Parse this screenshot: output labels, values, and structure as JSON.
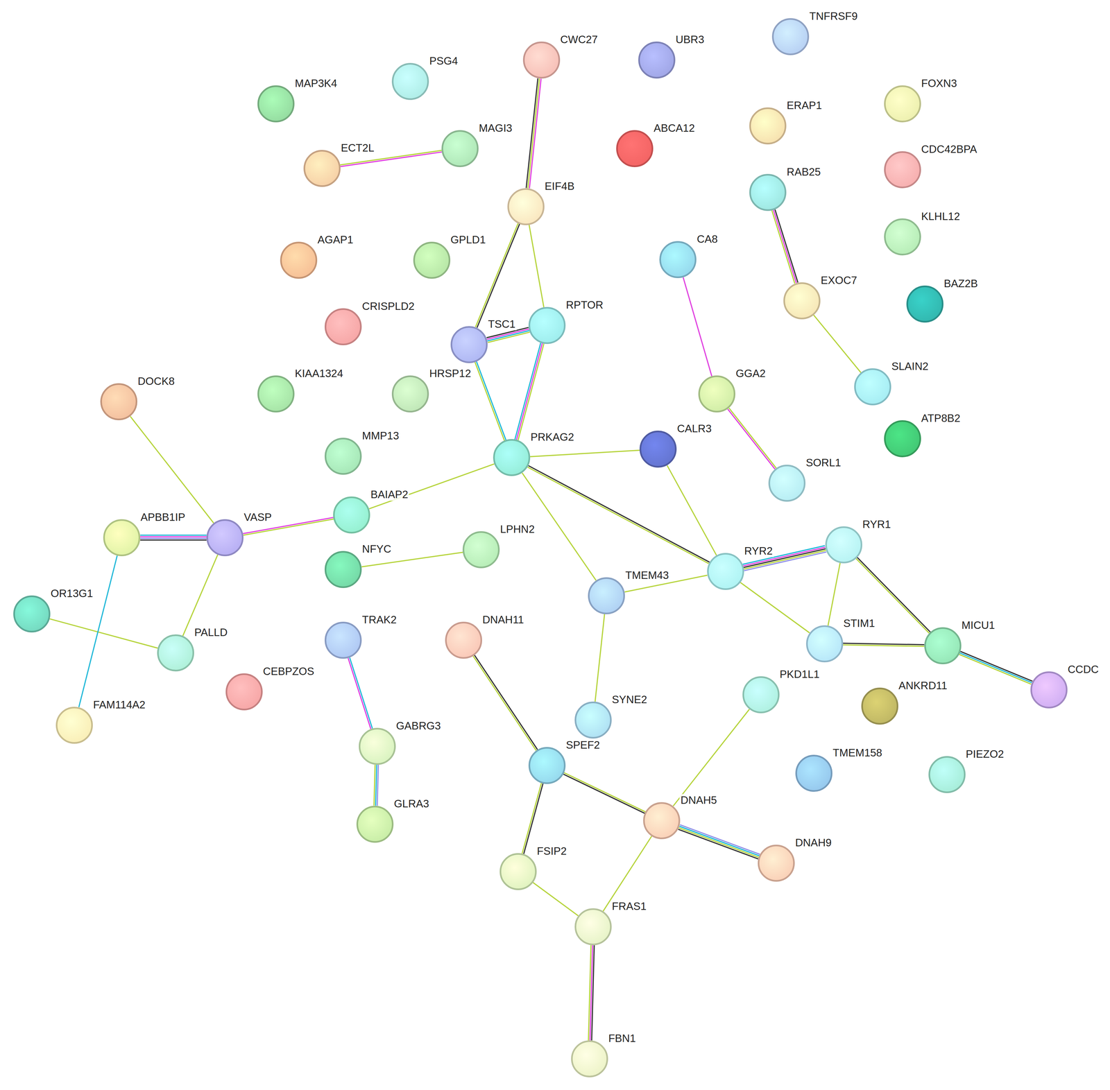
{
  "diagram": {
    "nodes": [
      {
        "text": [
          "CWC27"
        ]
      },
      {
        "text": [
          "UBR3"
        ]
      },
      {
        "text": [
          "TNFRSF9"
        ]
      },
      {
        "text": [
          "PSG4"
        ]
      },
      {
        "text": [
          "MAP3K4"
        ]
      },
      {
        "text": [
          "FOXN3"
        ]
      },
      {
        "text": [
          "ERAP1"
        ]
      },
      {
        "text": [
          "MAGI3"
        ]
      },
      {
        "text": [
          "ABCA12"
        ]
      },
      {
        "text": [
          "ECT2L"
        ]
      },
      {
        "text": [
          "CDC42BPA"
        ]
      },
      {
        "text": [
          "RAB25"
        ]
      },
      {
        "text": [
          "EIF4B"
        ]
      },
      {
        "text": [
          "KLHL12"
        ]
      },
      {
        "text": [
          "AGAP1"
        ]
      },
      {
        "text": [
          "GPLD1"
        ]
      },
      {
        "text": [
          "CA8"
        ]
      },
      {
        "text": [
          "EXOC7"
        ]
      },
      {
        "text": [
          "BAZ2B"
        ]
      },
      {
        "text": [
          "CRISPLD2"
        ]
      },
      {
        "text": [
          "RPTOR"
        ]
      },
      {
        "text": [
          "TSC1"
        ]
      },
      {
        "text": [
          "HRSP12"
        ]
      },
      {
        "text": [
          "KIAA1324"
        ]
      },
      {
        "text": [
          "SLAIN2"
        ]
      },
      {
        "text": [
          "GGA2"
        ]
      },
      {
        "text": [
          "DOCK8"
        ]
      },
      {
        "text": [
          "ATP8B2"
        ]
      },
      {
        "text": [
          "CALR3"
        ]
      },
      {
        "text": [
          "MMP13"
        ]
      },
      {
        "text": [
          "PRKAG2"
        ]
      },
      {
        "text": [
          "SORL1"
        ]
      },
      {
        "text": [
          "BAIAP2"
        ]
      },
      {
        "text": [
          "APBB1IP"
        ]
      },
      {
        "text": [
          "VASP"
        ]
      },
      {
        "text": [
          "RYR1"
        ]
      },
      {
        "text": [
          "LPHN2"
        ]
      },
      {
        "text": [
          "NFYC"
        ]
      },
      {
        "text": [
          "RYR2"
        ]
      },
      {
        "text": [
          "TMEM43"
        ]
      },
      {
        "text": [
          "OR13G1"
        ]
      },
      {
        "text": [
          "TRAK2"
        ]
      },
      {
        "text": [
          "DNAH11"
        ]
      },
      {
        "text": [
          "STIM1"
        ]
      },
      {
        "text": [
          "MICU1"
        ]
      },
      {
        "text": [
          "PALLD"
        ]
      },
      {
        "text": [
          "CEBPZOS"
        ]
      },
      {
        "text": [
          "PKD1L1"
        ]
      },
      {
        "text": [
          "CCDC"
        ]
      },
      {
        "text": [
          "ANKRD11"
        ]
      },
      {
        "text": [
          "FAM114A2"
        ]
      },
      {
        "text": [
          "SYNE2"
        ]
      },
      {
        "text": [
          "GABRG3"
        ]
      },
      {
        "text": [
          "SPEF2"
        ]
      },
      {
        "text": [
          "TMEM158"
        ]
      },
      {
        "text": [
          "PIEZO2"
        ]
      },
      {
        "text": [
          "DNAH5"
        ]
      },
      {
        "text": [
          "GLRA3"
        ]
      },
      {
        "text": [
          "DNAH9"
        ]
      },
      {
        "text": [
          "FSIP2"
        ]
      },
      {
        "text": [
          "FRAS1"
        ]
      },
      {
        "text": [
          "FBN1"
        ]
      }
    ],
    "edges": [
      {
        "from": 0,
        "to": 12,
        "arrow": "none"
      },
      {
        "from": 9,
        "to": 7,
        "arrow": "none"
      },
      {
        "from": 12,
        "to": 21,
        "arrow": "none"
      },
      {
        "from": 12,
        "to": 20,
        "arrow": "none"
      },
      {
        "from": 21,
        "to": 20,
        "arrow": "none"
      },
      {
        "from": 21,
        "to": 30,
        "arrow": "none"
      },
      {
        "from": 20,
        "to": 30,
        "arrow": "none"
      },
      {
        "from": 11,
        "to": 17,
        "arrow": "none"
      },
      {
        "from": 17,
        "to": 24,
        "arrow": "none"
      },
      {
        "from": 16,
        "to": 25,
        "arrow": "none"
      },
      {
        "from": 25,
        "to": 31,
        "arrow": "none"
      },
      {
        "from": 30,
        "to": 28,
        "arrow": "none"
      },
      {
        "from": 30,
        "to": 32,
        "arrow": "none"
      },
      {
        "from": 30,
        "to": 38,
        "arrow": "none"
      },
      {
        "from": 30,
        "to": 39,
        "arrow": "none"
      },
      {
        "from": 28,
        "to": 38,
        "arrow": "none"
      },
      {
        "from": 26,
        "to": 34,
        "arrow": "none"
      },
      {
        "from": 33,
        "to": 34,
        "arrow": "none"
      },
      {
        "from": 34,
        "to": 32,
        "arrow": "none"
      },
      {
        "from": 34,
        "to": 45,
        "arrow": "none"
      },
      {
        "from": 40,
        "to": 45,
        "arrow": "none"
      },
      {
        "from": 33,
        "to": 50,
        "arrow": "none"
      },
      {
        "from": 37,
        "to": 36,
        "arrow": "none"
      },
      {
        "from": 39,
        "to": 38,
        "arrow": "none"
      },
      {
        "from": 39,
        "to": 51,
        "arrow": "none"
      },
      {
        "from": 38,
        "to": 35,
        "arrow": "none"
      },
      {
        "from": 38,
        "to": 43,
        "arrow": "none"
      },
      {
        "from": 35,
        "to": 43,
        "arrow": "none"
      },
      {
        "from": 35,
        "to": 44,
        "arrow": "none"
      },
      {
        "from": 43,
        "to": 44,
        "arrow": "none"
      },
      {
        "from": 44,
        "to": 48,
        "arrow": "none"
      },
      {
        "from": 41,
        "to": 52,
        "arrow": "none"
      },
      {
        "from": 52,
        "to": 57,
        "arrow": "none"
      },
      {
        "from": 42,
        "to": 53,
        "arrow": "none"
      },
      {
        "from": 53,
        "to": 56,
        "arrow": "none"
      },
      {
        "from": 53,
        "to": 59,
        "arrow": "none"
      },
      {
        "from": 47,
        "to": 56,
        "arrow": "none"
      },
      {
        "from": 56,
        "to": 58,
        "arrow": "none"
      },
      {
        "from": 56,
        "to": 60,
        "arrow": "none"
      },
      {
        "from": 59,
        "to": 60,
        "arrow": "none"
      },
      {
        "from": 60,
        "to": 61,
        "arrow": "none"
      }
    ]
  }
}
